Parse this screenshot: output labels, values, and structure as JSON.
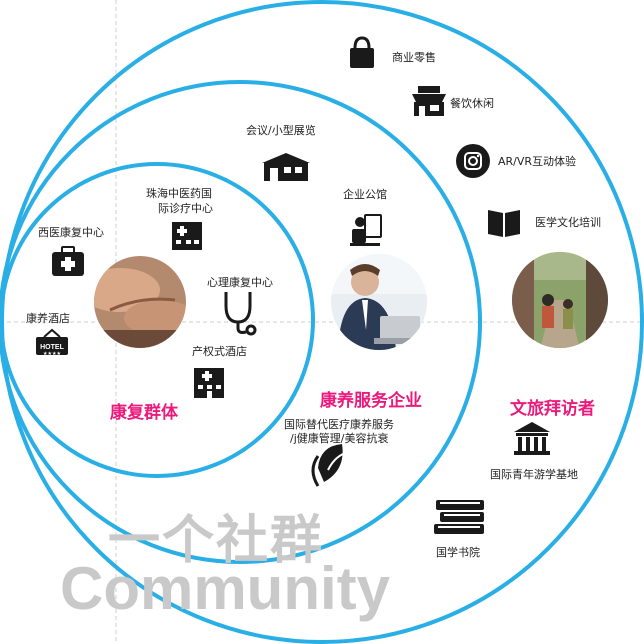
{
  "colors": {
    "ring": "#29aee5",
    "accent": "#ec1a7d",
    "watermark": "#c9c9c9",
    "icon": "#1a1a1a"
  },
  "watermark": {
    "cn": "一个社群",
    "en": "Community"
  },
  "groups": {
    "rehab": "康复群体",
    "service": "康养服务企业",
    "visitor": "文旅拜访者"
  },
  "labels": {
    "western_rehab": "西医康复中心",
    "tcm_line1": "珠海中医药国",
    "tcm_line2": "际诊疗中心",
    "health_hotel": "康养酒店",
    "psych_rehab": "心理康复中心",
    "property_hotel": "产权式酒店",
    "conference": "会议/小型展览",
    "corporate": "企业公馆",
    "alt_med_line1": "国际替代医疗康养服务",
    "alt_med_line2": "/j健康管理/美容抗衰",
    "retail": "商业零售",
    "dining": "餐饮休闲",
    "arvr": "AR/VR互动体验",
    "culture_training": "医学文化培训",
    "youth_base": "国际青年游学基地",
    "academy": "国学书院"
  },
  "icons": [
    "shopping-bag-icon",
    "cafe-icon",
    "instagram-icon",
    "book-icon",
    "store-icon",
    "presentation-icon",
    "leaf-icon",
    "hospital-icon",
    "first-aid-kit-icon",
    "stethoscope-icon",
    "hotel-sign-icon",
    "museum-icon",
    "books-stack-icon"
  ]
}
